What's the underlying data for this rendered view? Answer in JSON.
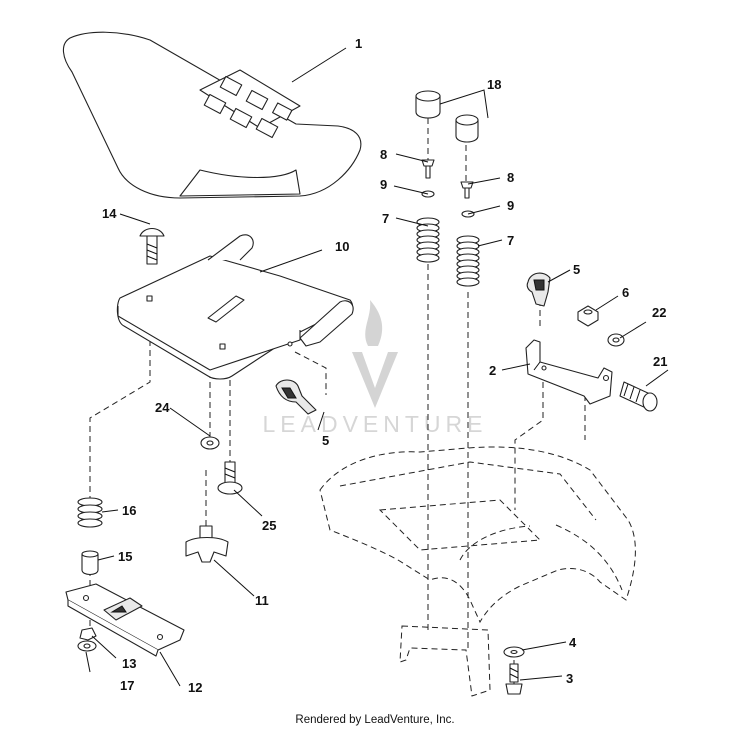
{
  "watermark": {
    "text": "LEADVENTURE"
  },
  "footer": {
    "text": "Rendered by LeadVenture, Inc."
  },
  "callouts": [
    {
      "id": "c1",
      "label": "1"
    },
    {
      "id": "c2",
      "label": "2"
    },
    {
      "id": "c3",
      "label": "3"
    },
    {
      "id": "c4",
      "label": "4"
    },
    {
      "id": "c5a",
      "label": "5"
    },
    {
      "id": "c5b",
      "label": "5"
    },
    {
      "id": "c6",
      "label": "6"
    },
    {
      "id": "c7a",
      "label": "7"
    },
    {
      "id": "c7b",
      "label": "7"
    },
    {
      "id": "c8a",
      "label": "8"
    },
    {
      "id": "c8b",
      "label": "8"
    },
    {
      "id": "c9a",
      "label": "9"
    },
    {
      "id": "c9b",
      "label": "9"
    },
    {
      "id": "c10",
      "label": "10"
    },
    {
      "id": "c11",
      "label": "11"
    },
    {
      "id": "c12",
      "label": "12"
    },
    {
      "id": "c13",
      "label": "13"
    },
    {
      "id": "c14",
      "label": "14"
    },
    {
      "id": "c15",
      "label": "15"
    },
    {
      "id": "c16",
      "label": "16"
    },
    {
      "id": "c17",
      "label": "17"
    },
    {
      "id": "c18",
      "label": "18"
    },
    {
      "id": "c21",
      "label": "21"
    },
    {
      "id": "c22",
      "label": "22"
    },
    {
      "id": "c24",
      "label": "24"
    },
    {
      "id": "c25",
      "label": "25"
    }
  ]
}
